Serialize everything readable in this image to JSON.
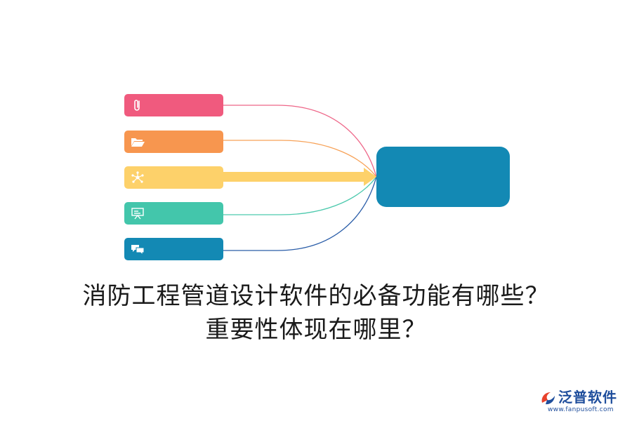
{
  "colors": {
    "pink": "#f05a7e",
    "orange": "#f7964f",
    "yellow": "#fdd16a",
    "teal": "#43c6ab",
    "blue": "#1389b4",
    "target": "#1389b4",
    "line_pink": "#ee6688",
    "line_orange": "#f7a258",
    "line_teal": "#4cc9ad",
    "line_blue": "#2a5da8"
  },
  "pills": [
    {
      "icon": "paperclip-icon"
    },
    {
      "icon": "folder-open-icon"
    },
    {
      "icon": "network-nodes-icon"
    },
    {
      "icon": "presentation-board-icon"
    },
    {
      "icon": "chat-bubbles-icon"
    }
  ],
  "title": {
    "line1": "消防工程管道设计软件的必备功能有哪些？",
    "line2": "重要性体现在哪里？"
  },
  "logo": {
    "name": "泛普软件",
    "url": "www.fanpusoft.com"
  }
}
